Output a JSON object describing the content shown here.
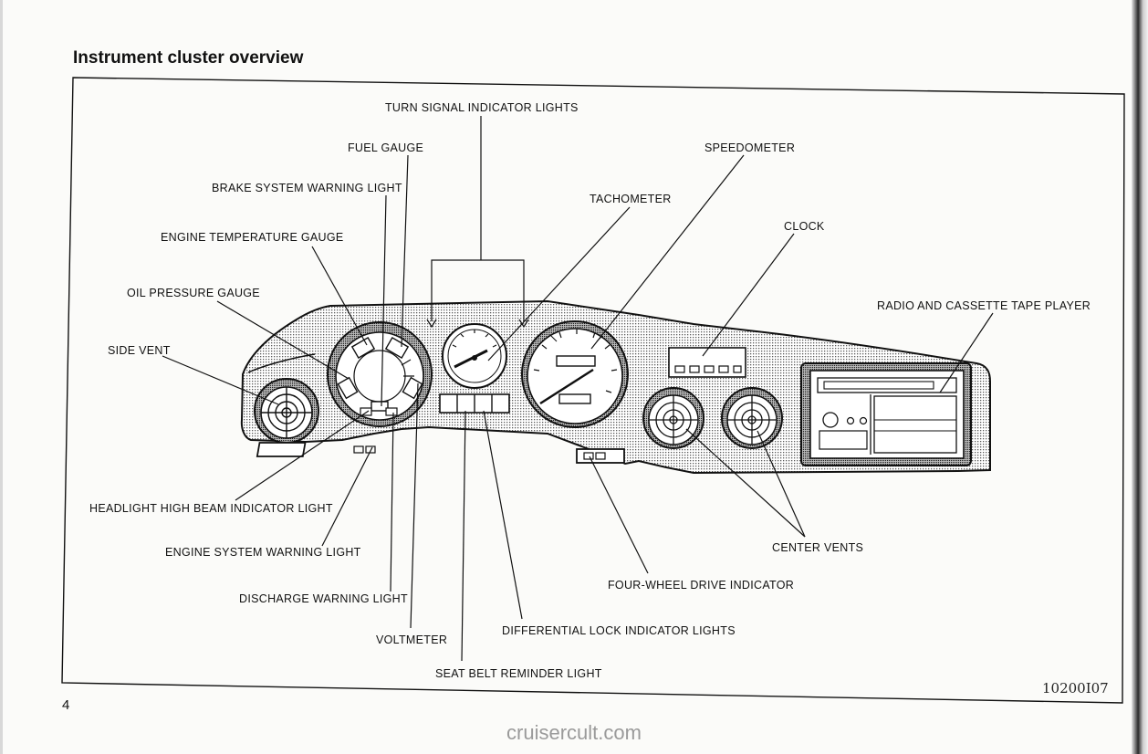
{
  "page": {
    "title": "Instrument cluster overview",
    "page_number": "4",
    "figure_code": "10200I07",
    "watermark": "cruisercult.com"
  },
  "labels": {
    "turn_signal": "TURN SIGNAL INDICATOR LIGHTS",
    "fuel_gauge": "FUEL GAUGE",
    "speedometer": "SPEEDOMETER",
    "brake_warning": "BRAKE SYSTEM WARNING LIGHT",
    "tachometer": "TACHOMETER",
    "clock": "CLOCK",
    "engine_temp": "ENGINE TEMPERATURE GAUGE",
    "radio": "RADIO AND CASSETTE TAPE PLAYER",
    "oil_pressure": "OIL PRESSURE GAUGE",
    "side_vent": "SIDE VENT",
    "headlight_high_beam": "HEADLIGHT HIGH BEAM INDICATOR LIGHT",
    "engine_system_warning": "ENGINE SYSTEM WARNING LIGHT",
    "center_vents": "CENTER VENTS",
    "four_wheel_drive": "FOUR-WHEEL DRIVE INDICATOR",
    "discharge_warning": "DISCHARGE WARNING LIGHT",
    "differential_lock": "DIFFERENTIAL LOCK INDICATOR LIGHTS",
    "voltmeter": "VOLTMETER",
    "seat_belt": "SEAT BELT REMINDER LIGHT"
  }
}
